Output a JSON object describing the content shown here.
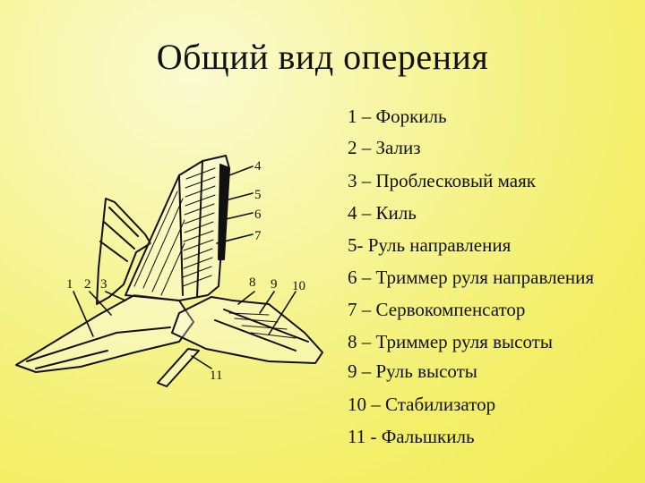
{
  "slide": {
    "title": "Общий вид оперения",
    "legend": [
      "1 – Форкиль",
      "2 – Зализ",
      "3 – Проблесковый маяк",
      "4 – Киль",
      "5- Руль направления",
      "6 – Триммер руля направления",
      "7 – Сервокомпенсатор",
      "8 – Триммер руля высоты",
      "9 – Руль высоты",
      "10 – Стабилизатор",
      "11 - Фальшкиль"
    ],
    "callouts": [
      "1",
      "2",
      "3",
      "4",
      "5",
      "6",
      "7",
      "8",
      "9",
      "10",
      "11"
    ]
  },
  "colors": {
    "background": "#f3ef6a",
    "ink": "#111111"
  }
}
